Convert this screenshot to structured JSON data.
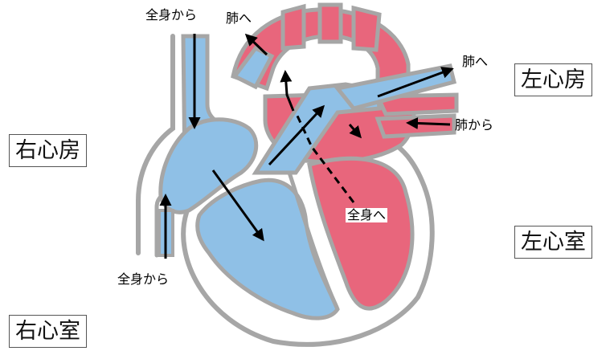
{
  "labels": {
    "right_atrium": "右心房",
    "right_ventricle": "右心室",
    "left_atrium": "左心房",
    "left_ventricle": "左心室",
    "from_body_top": "全身から",
    "from_body_bottom": "全身から",
    "to_lungs_top": "肺へ",
    "to_lungs_right": "肺へ",
    "from_lungs": "肺から",
    "to_body": "全身へ"
  },
  "colors": {
    "deoxygenated_blood": "#8fc0e6",
    "oxygenated_blood": "#e8667c",
    "heart_wall": "#a6a6a6",
    "flow_arrow": "#000000",
    "label_border": "#555555"
  },
  "icons": [
    "blood-flow-arrow",
    "dashed-flow-arrow"
  ]
}
